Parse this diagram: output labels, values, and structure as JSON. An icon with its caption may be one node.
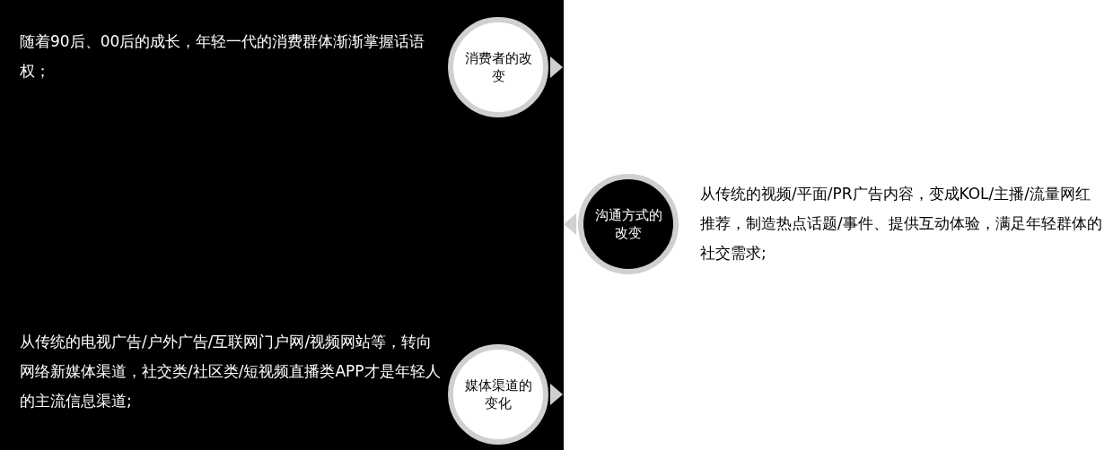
{
  "diagram": {
    "nodes": [
      {
        "text": [
          "消费者的改变"
        ],
        "beside": [
          "随着90后、00后的成长，年轻一代的消费群体渐渐掌握话语权；"
        ]
      },
      {
        "text": [
          "沟通方式的改变"
        ],
        "beside": [
          "从传统的视频/平面/PR广告内容，变成KOL/主播/流量网红推荐，制造热点话题/事件、提供互动体验，满足年轻群体的社交需求;"
        ]
      },
      {
        "text": [
          "媒体渠道的变化"
        ],
        "beside": [
          "从传统的电视广告/户外广告/互联网门户网/视频网站等，转向网络新媒体渠道，社交类/社区类/短视频直播类APP才是年轻人的主流信息渠道;"
        ]
      }
    ]
  }
}
